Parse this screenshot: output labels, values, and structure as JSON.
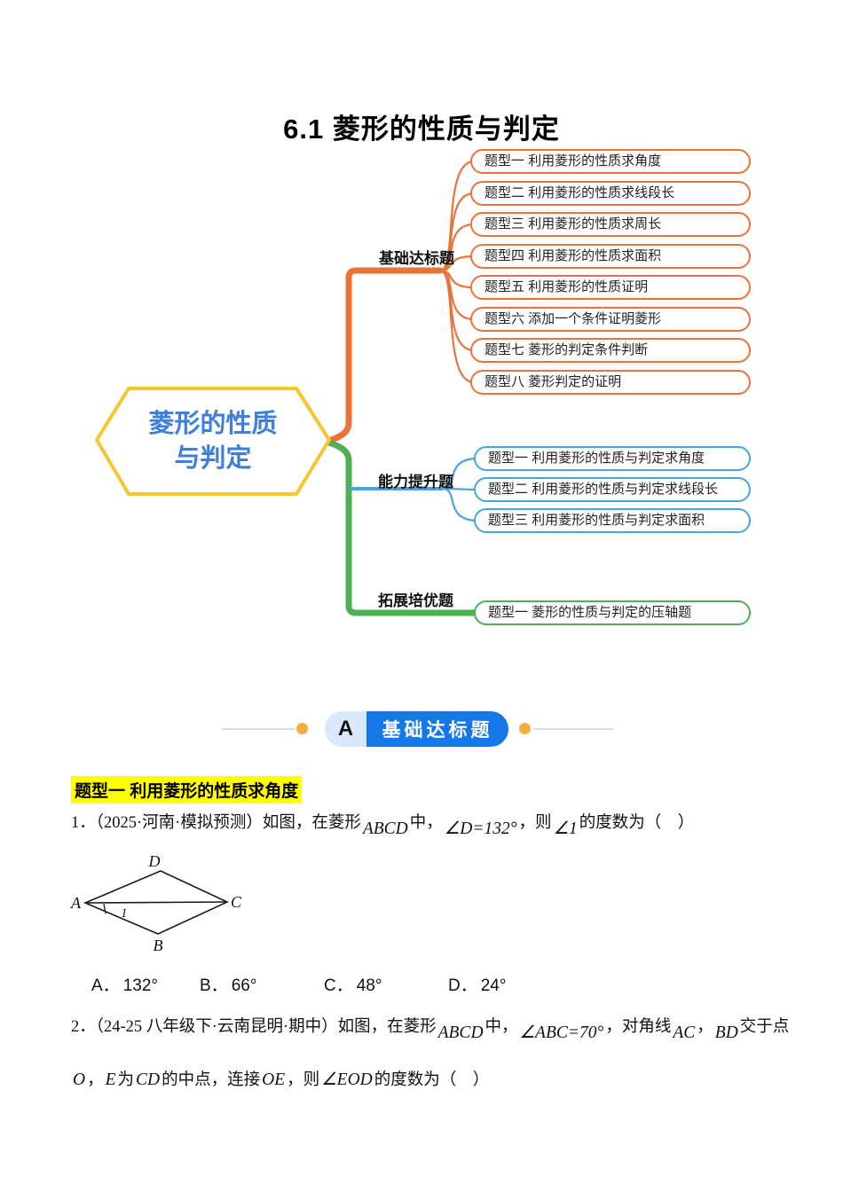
{
  "colors": {
    "branch-orange": "#E8743C",
    "branch-blue": "#47A4E5",
    "branch-green": "#4FB053",
    "hex-border": "#F7C52D",
    "center-text": "#3E7FDB",
    "badge-blue": "#1677E8",
    "badge-light": "#D9E9FB",
    "dot-orange": "#F5AC41",
    "highlight": "#FFFF00"
  },
  "title": "6.1 菱形的性质与判定",
  "mindmap": {
    "center": {
      "line1": "菱形的性质",
      "line2": "与判定"
    },
    "branches": [
      {
        "label": "基础达标题",
        "items": [
          "题型一 利用菱形的性质求角度",
          "题型二 利用菱形的性质求线段长",
          "题型三 利用菱形的性质求周长",
          "题型四 利用菱形的性质求面积",
          "题型五 利用菱形的性质证明",
          "题型六 添加一个条件证明菱形",
          "题型七 菱形的判定条件判断",
          "题型八 菱形判定的证明"
        ]
      },
      {
        "label": "能力提升题",
        "items": [
          "题型一 利用菱形的性质与判定求角度",
          "题型二 利用菱形的性质与判定求线段长",
          "题型三 利用菱形的性质与判定求面积"
        ]
      },
      {
        "label": "拓展培优题",
        "items": [
          "题型一 菱形的性质与判定的压轴题"
        ]
      }
    ]
  },
  "section": {
    "letter": "A",
    "label": "基础达标题"
  },
  "type_heading": "题型一 利用菱形的性质求角度",
  "q1": {
    "seg1": "1．（2025·河南·模拟预测）如图，在菱形",
    "math1": "ABCD",
    "seg2": "中，",
    "math2": "∠D=132°",
    "seg3": "，则",
    "math3": "∠1",
    "seg4": "的度数为（　）",
    "options": [
      {
        "letter": "A．",
        "value": "132°"
      },
      {
        "letter": "B．",
        "value": "66°"
      },
      {
        "letter": "C．",
        "value": "48°"
      },
      {
        "letter": "D．",
        "value": "24°"
      }
    ]
  },
  "figure": {
    "vertex_a": "A",
    "vertex_b": "B",
    "vertex_c": "C",
    "vertex_d": "D",
    "angle_label": "1"
  },
  "q2": {
    "seg1": "2．（24-25 八年级下·云南昆明·期中）如图，在菱形",
    "math1": "ABCD",
    "seg2": "中，",
    "math2": "∠ABC=70°",
    "seg3": "，对角线",
    "math3": "AC",
    "seg4": "，",
    "math4": "BD",
    "seg5": "交于点",
    "math5": "O",
    "seg6": "，",
    "math6": "E",
    "seg7": "为",
    "math7": "CD",
    "seg8": "的中点，连接",
    "math8": "OE",
    "seg9": "，则",
    "math9": "∠EOD",
    "seg10": "的度数为（　）"
  }
}
